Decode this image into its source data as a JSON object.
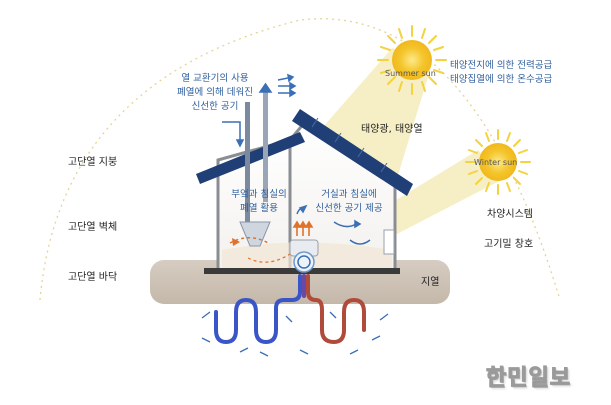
{
  "labels": {
    "heat_exchanger_note": [
      "열 교환기의 사용",
      "폐열에 의해 데워진",
      "신선한 공기"
    ],
    "summer_sun": "Summer sun",
    "winter_sun": "Winter sun",
    "solar_notes": [
      "태양전지에 의한 전력공급",
      "태양집열에 의한 온수공급"
    ],
    "solar_light_heat": "태양광, 태양열",
    "roof_insulation": "고단열 지붕",
    "wall_insulation": "고단열 벽체",
    "floor_insulation": "고단열 바닥",
    "kitchen_note": [
      "부엌과 침실의",
      "폐열 활용"
    ],
    "living_note": [
      "거실과 침실에",
      "신선한 공기 제공"
    ],
    "sunshade": "차양시스템",
    "airtight_window": "고기밀 창호",
    "ground": "지열"
  },
  "watermark": "한민일보",
  "colors": {
    "sun_core": "#f3c62c",
    "sun_ray": "#f5d64a",
    "beam": "#f3ecbd",
    "panel": "#1f3f76",
    "wall_outline": "#6a6e74",
    "ground": "#cbc0b4",
    "floor_slab": "#3a3a3a",
    "arrow_blue": "#3b6fb6",
    "pipe_cold": "#3a55c8",
    "pipe_mid": "#8a3a7a",
    "pipe_hot": "#d4531c",
    "arc": "#e8dc9a"
  },
  "icons": [
    "summer-sun-icon",
    "winter-sun-icon",
    "solar-panel-icon",
    "ventilation-unit-icon",
    "heat-arrow-icon"
  ]
}
